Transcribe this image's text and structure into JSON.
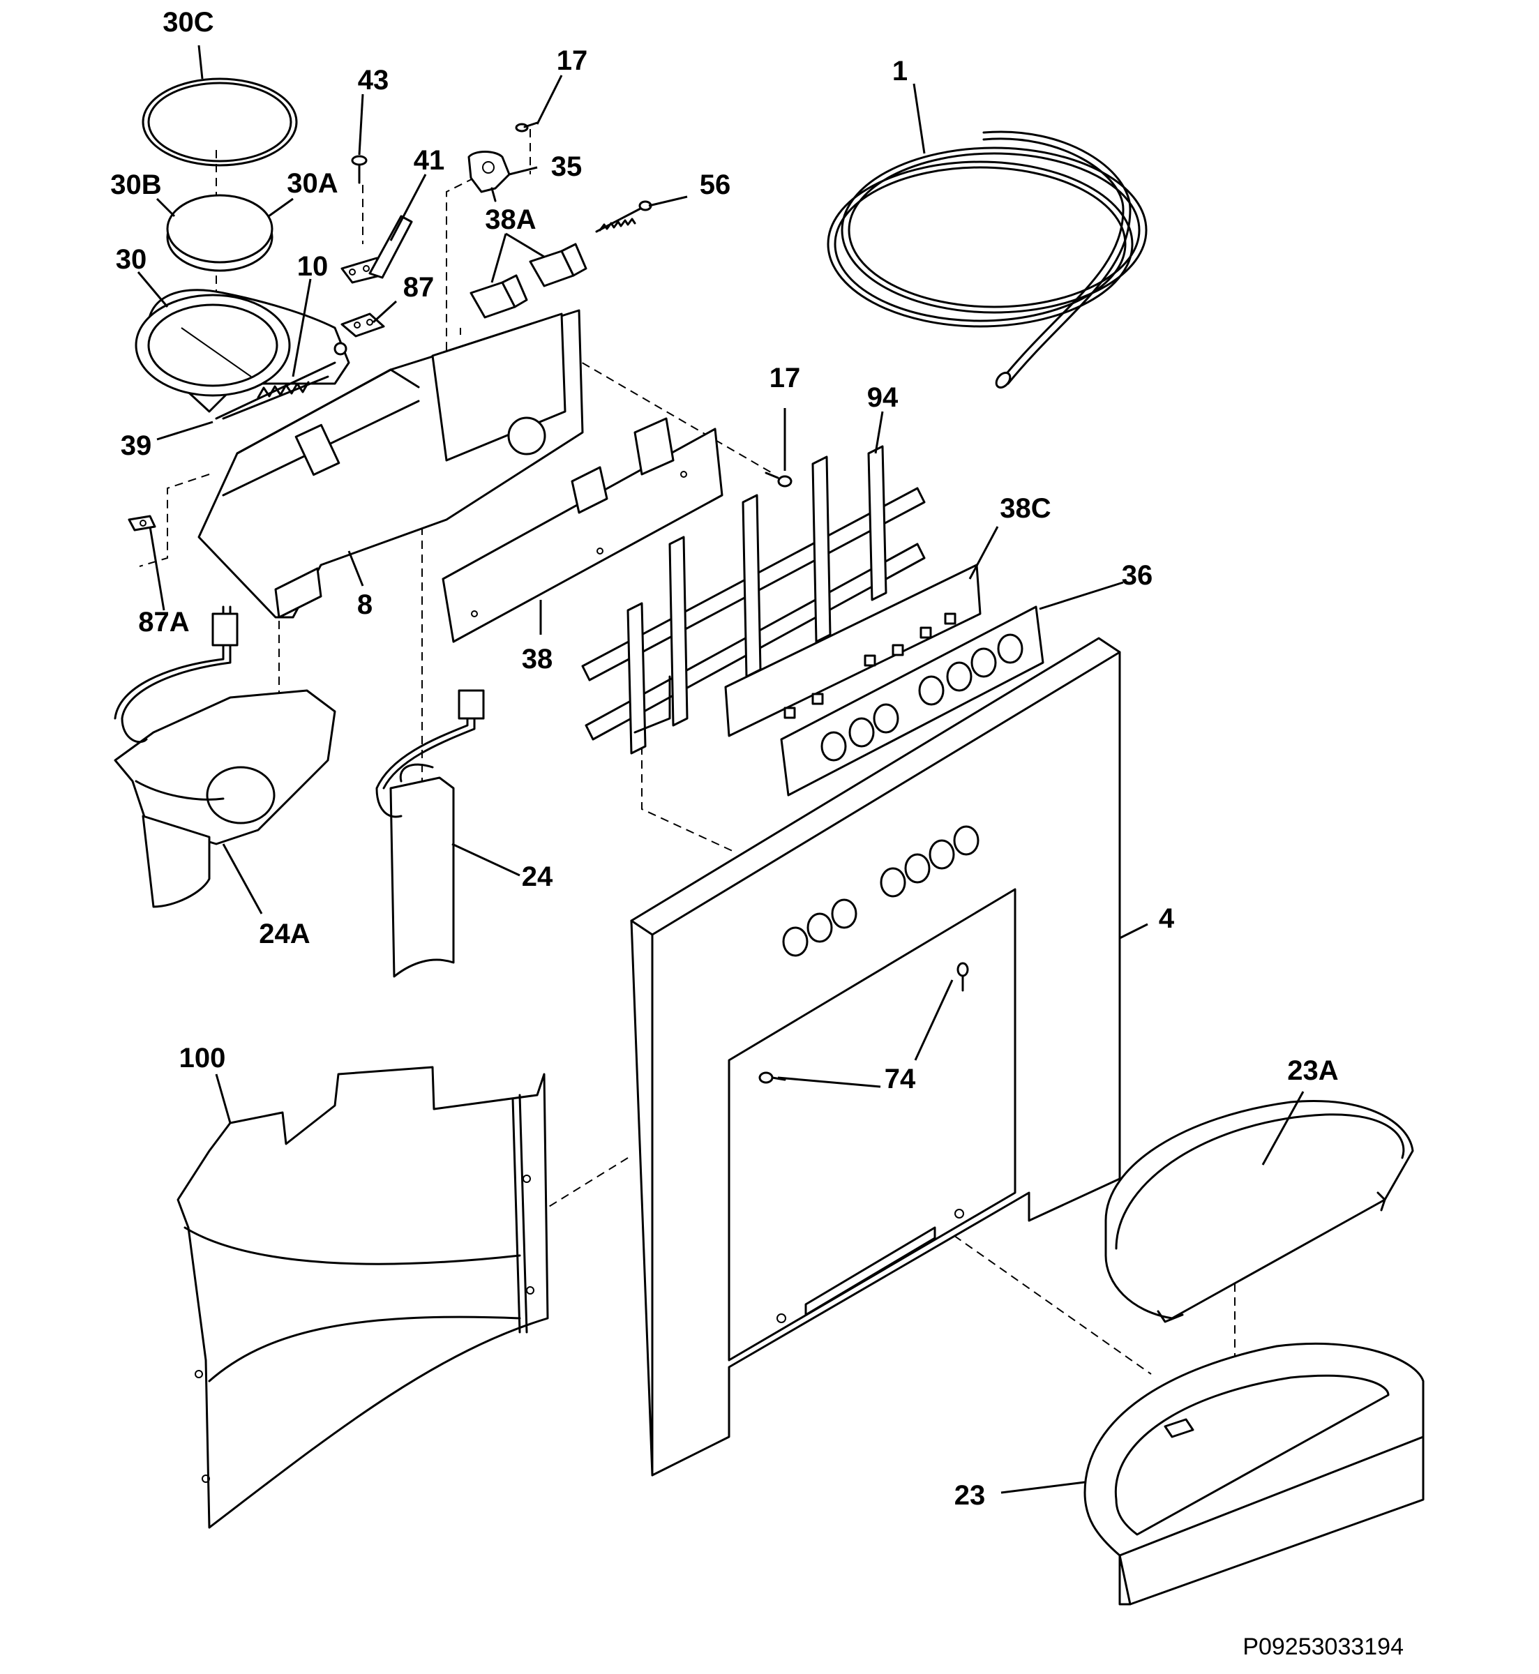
{
  "diagram_code": "P09253033194",
  "callouts": [
    {
      "id": "30C",
      "text": "30C"
    },
    {
      "id": "43",
      "text": "43"
    },
    {
      "id": "17a",
      "text": "17"
    },
    {
      "id": "1",
      "text": "1"
    },
    {
      "id": "30B",
      "text": "30B"
    },
    {
      "id": "30A",
      "text": "30A"
    },
    {
      "id": "41",
      "text": "41"
    },
    {
      "id": "35",
      "text": "35"
    },
    {
      "id": "56",
      "text": "56"
    },
    {
      "id": "38A",
      "text": "38A"
    },
    {
      "id": "30",
      "text": "30"
    },
    {
      "id": "10",
      "text": "10"
    },
    {
      "id": "87",
      "text": "87"
    },
    {
      "id": "39",
      "text": "39"
    },
    {
      "id": "17b",
      "text": "17"
    },
    {
      "id": "94",
      "text": "94"
    },
    {
      "id": "38C",
      "text": "38C"
    },
    {
      "id": "36",
      "text": "36"
    },
    {
      "id": "8",
      "text": "8"
    },
    {
      "id": "87A",
      "text": "87A"
    },
    {
      "id": "38",
      "text": "38"
    },
    {
      "id": "24",
      "text": "24"
    },
    {
      "id": "24A",
      "text": "24A"
    },
    {
      "id": "4",
      "text": "4"
    },
    {
      "id": "74",
      "text": "74"
    },
    {
      "id": "100",
      "text": "100"
    },
    {
      "id": "23A",
      "text": "23A"
    },
    {
      "id": "23",
      "text": "23"
    }
  ]
}
